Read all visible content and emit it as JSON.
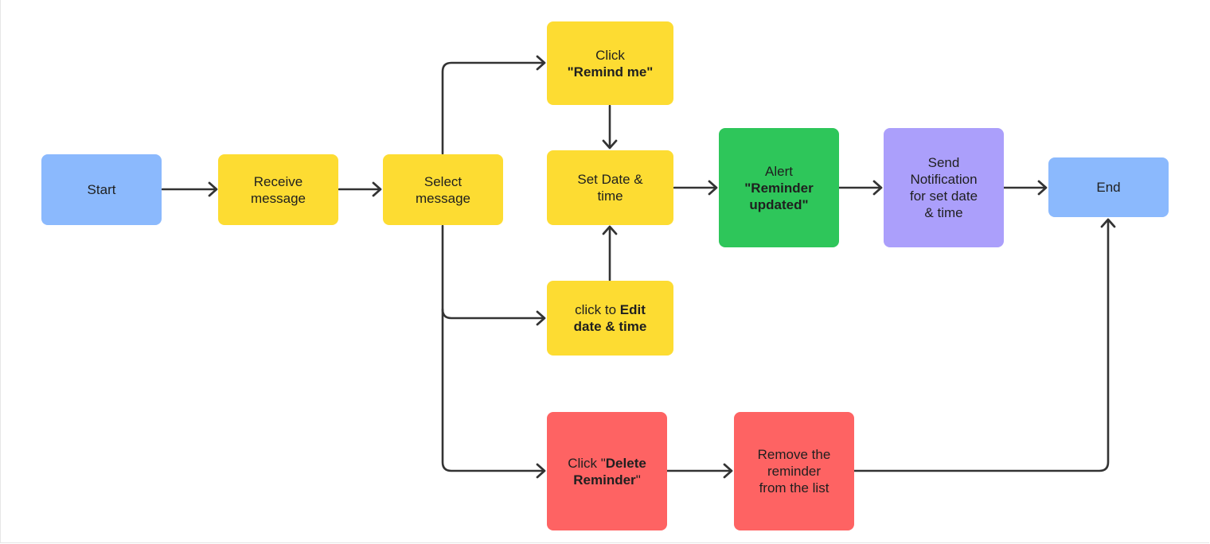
{
  "nodes": {
    "start": {
      "label": "Start"
    },
    "receive": {
      "line1": "Receive",
      "line2": "message"
    },
    "select": {
      "line1": "Select",
      "line2": "message"
    },
    "remind": {
      "line1": "Click",
      "line2": "\"Remind me\""
    },
    "setdate": {
      "line1": "Set Date &",
      "line2": "time"
    },
    "edit": {
      "pre": "click to ",
      "bold1": "Edit",
      "bold2": "date & time"
    },
    "alert": {
      "line1": "Alert",
      "line2": "\"Reminder",
      "line3": "updated\""
    },
    "notify": {
      "line1": "Send",
      "line2": "Notification",
      "line3": "for set date",
      "line4": "& time"
    },
    "end": {
      "label": "End"
    },
    "delete": {
      "pre": "Click \"",
      "bold1": "Delete",
      "bold2": "Reminder",
      "post": "\""
    },
    "remove": {
      "line1": "Remove the",
      "line2": "reminder",
      "line3": "from the list"
    }
  },
  "colors": {
    "terminal": "#8bb9fd",
    "step": "#fddc32",
    "alert": "#2ec65a",
    "notification": "#ab9ffb",
    "delete": "#fe6363",
    "arrow": "#333333"
  }
}
